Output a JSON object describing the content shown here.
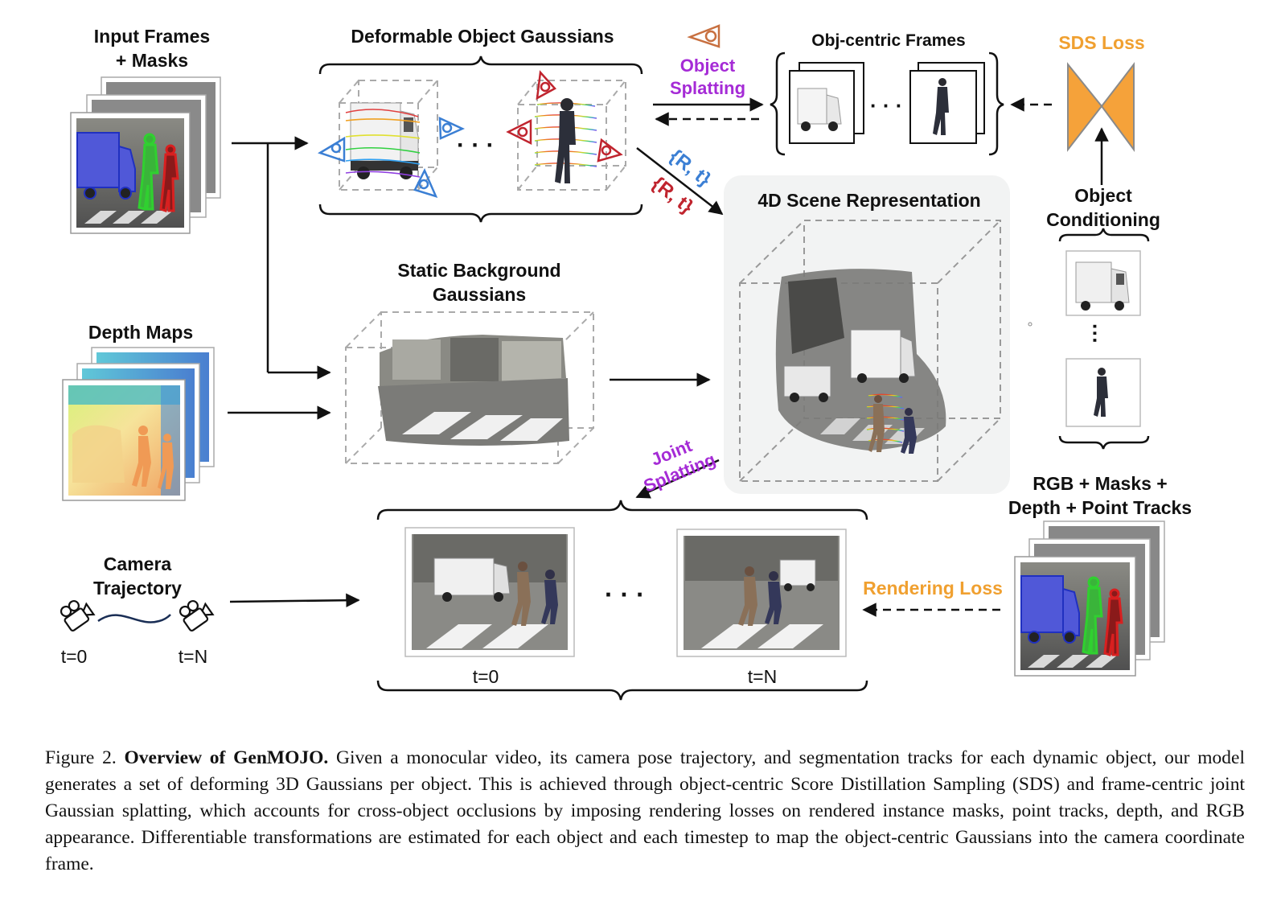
{
  "labels": {
    "input_frames": "Input Frames",
    "input_masks": "+ Masks",
    "deformable": "Deformable Object Gaussians",
    "object_splatting_1": "Object",
    "object_splatting_2": "Splatting",
    "obj_centric_bold": "Obj-centric",
    "obj_centric_rest": " Frames",
    "sds_loss": "SDS Loss",
    "rt_blue": "{R, t}",
    "rt_red": "{R, t}",
    "scene_4d": "4D Scene Representation",
    "object_cond_1": "Object",
    "object_cond_2": "Conditioning",
    "static_bg_1": "Static Background",
    "static_bg_2": "Gaussians",
    "depth_maps": "Depth Maps",
    "joint_splatting_1": "Joint",
    "joint_splatting_2": "Splatting",
    "rgb_masks_1": "RGB + Masks +",
    "rgb_masks_2": "Depth + Point Tracks",
    "camera_1": "Camera",
    "camera_2": "Trajectory",
    "t0_cam": "t=0",
    "tN_cam": "t=N",
    "rendering_loss": "Rendering Loss",
    "t0_render": "t=0",
    "tN_render": "t=N",
    "dots": "· · ·"
  },
  "caption": {
    "figure_label": "Figure 2.",
    "title": "Overview of GenMOJO.",
    "body": "Given a monocular video, its camera pose trajectory, and segmentation tracks for each dynamic object, our model generates a set of deforming 3D Gaussians per object. This is achieved through object-centric Score Distillation Sampling (SDS) and frame-centric joint Gaussian splatting, which accounts for cross-object occlusions by imposing rendering losses on rendered instance masks, point tracks, depth, and RGB appearance. Differentiable transformations are estimated for each object and each timestep to map the object-centric Gaussians into the camera coordinate frame."
  },
  "colors": {
    "purple": "#a52bd6",
    "orange": "#f0a030",
    "blue": "#3b7fd4",
    "red": "#c0242e",
    "truck_blue": "#4a4fd0",
    "mask_green": "#38d438",
    "mask_red": "#d82020"
  },
  "icons": [
    "eye-icon",
    "camera-icon",
    "hourglass-decoder-icon",
    "truck-image",
    "person-image",
    "depth-map-image",
    "street-scene-image"
  ]
}
